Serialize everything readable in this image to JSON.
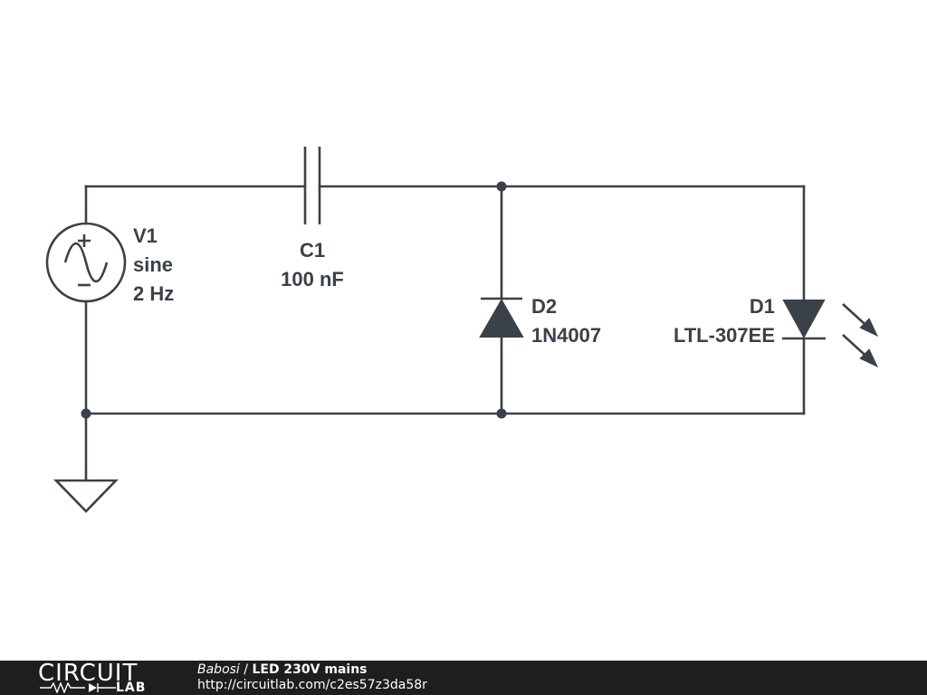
{
  "schematic": {
    "v1": {
      "ref": "V1",
      "type": "sine",
      "value": "2 Hz"
    },
    "c1": {
      "ref": "C1",
      "value": "100 nF"
    },
    "d2": {
      "ref": "D2",
      "part": "1N4007"
    },
    "d1": {
      "ref": "D1",
      "part": "LTL-307EE"
    }
  },
  "footer": {
    "logo_top": "CIRCUIT",
    "logo_bottom": "LAB",
    "author": "Babosi",
    "separator": " / ",
    "title": "LED 230V mains",
    "url": "http://circuitlab.com/c2es57z3da58r"
  },
  "colors": {
    "ink": "#3a4148",
    "footer_bg": "#1e1e1e"
  }
}
